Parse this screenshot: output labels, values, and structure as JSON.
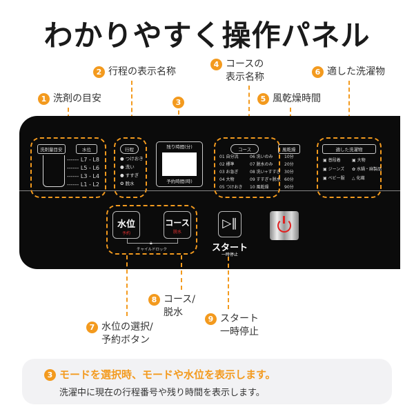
{
  "title": "わかりやすく操作パネル",
  "callouts": [
    {
      "n": "1",
      "text": "洗剤の目安"
    },
    {
      "n": "2",
      "text": "行程の表示名称"
    },
    {
      "n": "3",
      "text": ""
    },
    {
      "n": "4",
      "text": "コースの 表示名称",
      "l1": "コースの",
      "l2": "表示名称"
    },
    {
      "n": "5",
      "text": "風乾燥時間"
    },
    {
      "n": "6",
      "text": "適した洗濯物"
    },
    {
      "n": "7",
      "l1": "水位の選択/",
      "l2": "予約ボタン"
    },
    {
      "n": "8",
      "l1": "コース/",
      "l2": "脱水"
    },
    {
      "n": "9",
      "l1": "スタート",
      "l2": "一時停止"
    }
  ],
  "panel": {
    "detergent_label": "洗剤量目安",
    "water_label": "水位",
    "levels": [
      "------ L7 - L8",
      "------ L5 - L6",
      "------ L3 - L4",
      "------ L1 - L2"
    ],
    "process_label": "行程",
    "processes": [
      "つけおき",
      "洗い",
      "すすぎ",
      "脱水"
    ],
    "remaining_label": "残り時間(分)",
    "reserve_label": "予約時間(時)",
    "course_label": "コース",
    "courses": [
      "01 自分流",
      "06 洗いのみ",
      "02 標準",
      "07 脱水のみ",
      "03 お急ぎ",
      "08 洗い+すすぎ",
      "04 大物",
      "09 すすぎ+脱水",
      "05 つけおき",
      "10 風乾燥"
    ],
    "dry_label": "風乾燥",
    "dry_times": [
      "10分",
      "20分",
      "30分",
      "60分",
      "90分"
    ],
    "laundry_label": "適した洗濯物",
    "laundry": [
      "普段着",
      "大物",
      "ジーンズ",
      "水鍋・麻製品",
      "ベビー服",
      "化繊"
    ],
    "water_btn": "水位",
    "water_btn_sub": "予約",
    "course_btn": "コース",
    "course_btn_sub": "脱水",
    "child_lock": "チャイルドロック",
    "start": "スタート",
    "start_sub": "一時停止"
  },
  "note": {
    "n": "3",
    "line1": "モードを選択時、モードや水位を表示します。",
    "line2": "洗濯中に現在の行程番号や残り時間を表示します。"
  },
  "colors": {
    "accent": "#f39a1e",
    "panel": "#0b0b0b",
    "power": "#e02020"
  }
}
